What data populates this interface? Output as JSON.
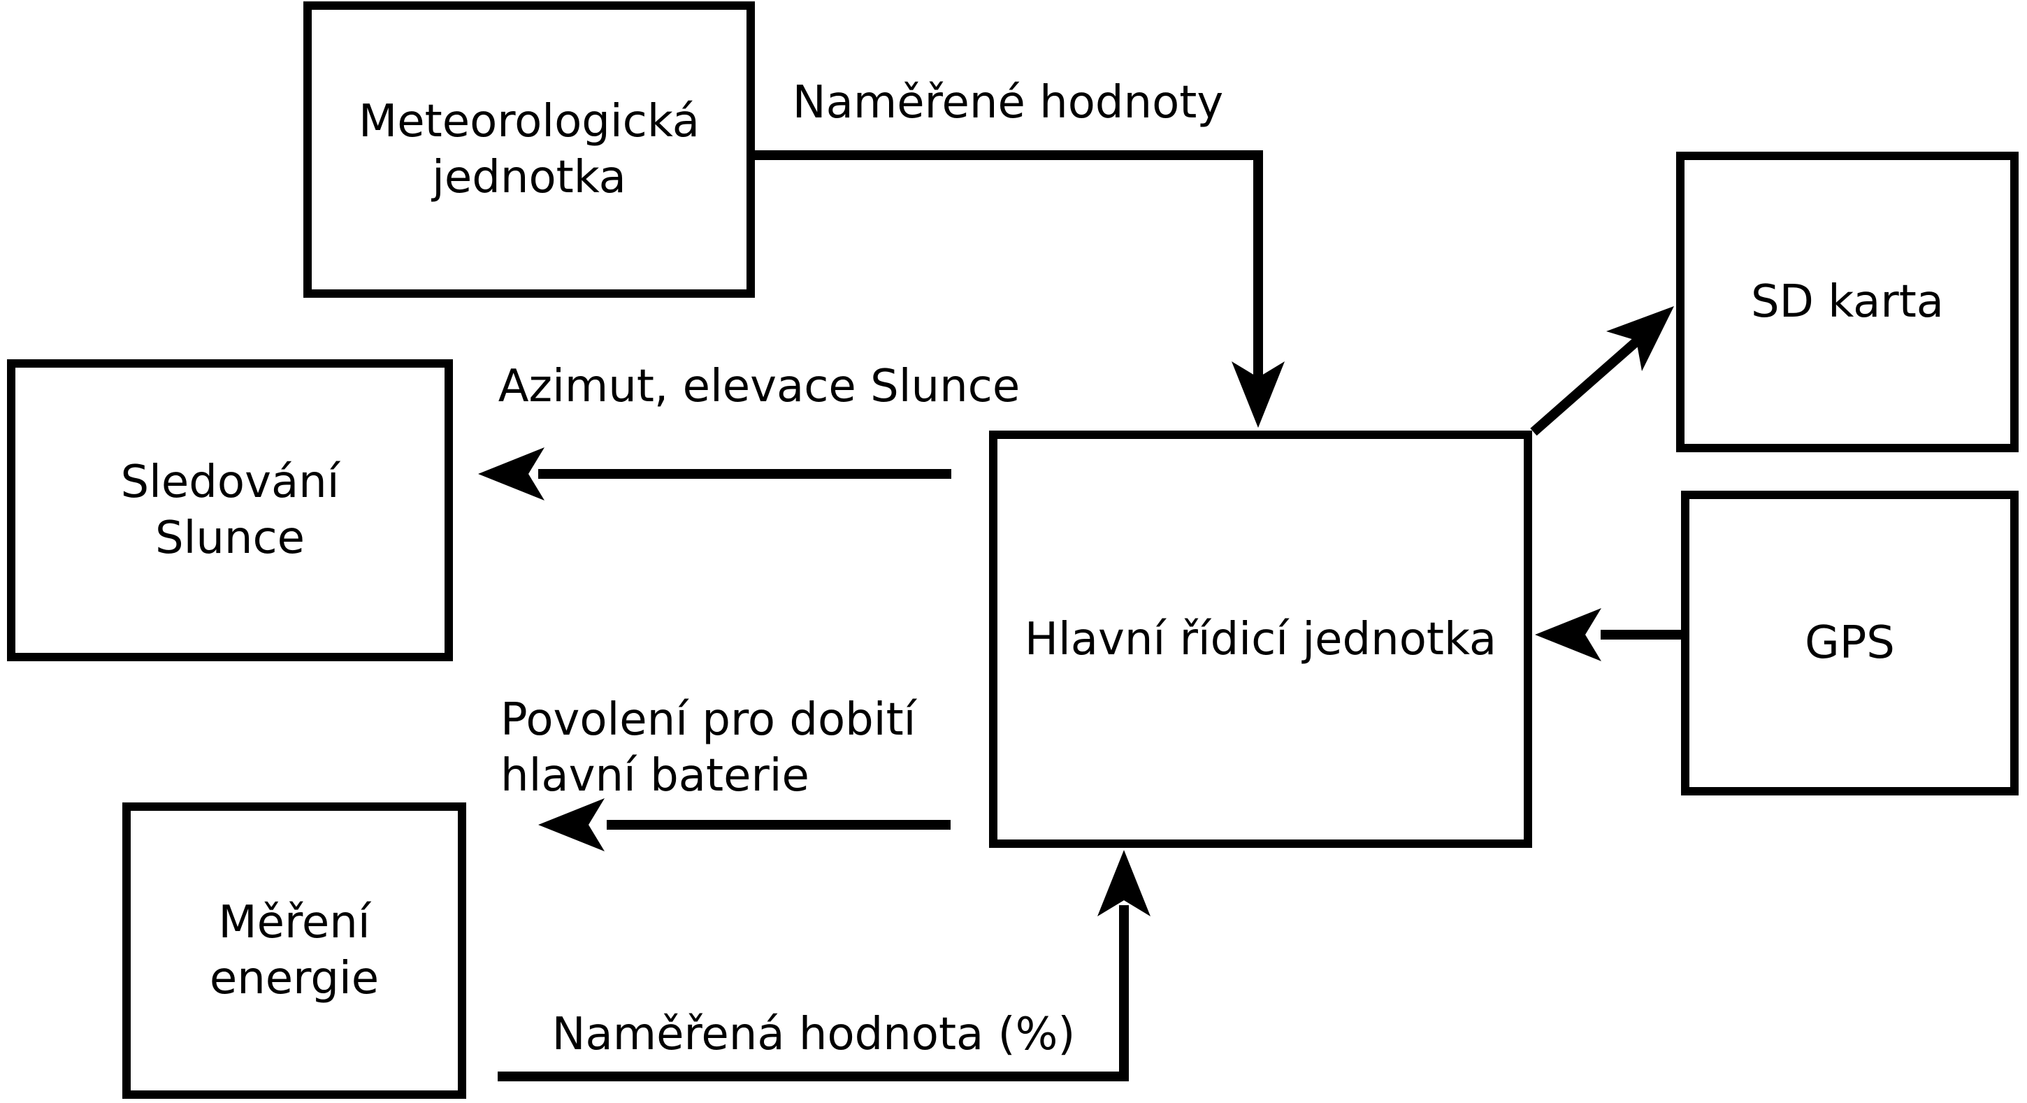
{
  "colors": {
    "background": "#ffffff",
    "line": "#000000",
    "text": "#000000"
  },
  "diagram": {
    "nodes": {
      "meteo": {
        "label": "Meteorologická\njednotka"
      },
      "sledovani": {
        "label": "Sledování\nSlunce"
      },
      "mereni": {
        "label": "Měření\nenergie"
      },
      "main": {
        "label": "Hlavní řídicí jednotka"
      },
      "sd_karta": {
        "label": "SD karta"
      },
      "gps": {
        "label": "GPS"
      }
    },
    "edge_labels": {
      "namerene_hodnoty": "Naměřené hodnoty",
      "azimut_elevace": "Azimut, elevace Slunce",
      "povoleni_dobiti": "Povolení pro dobití\nhlavní baterie",
      "namerena_hodnota": "Naměřená hodnota (%)"
    }
  }
}
